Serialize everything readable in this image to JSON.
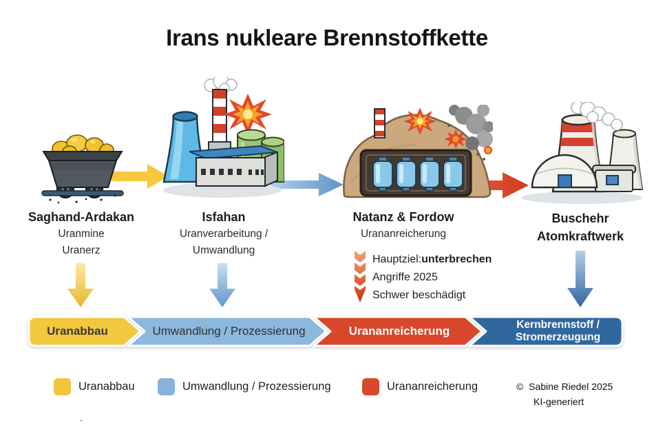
{
  "title": "Irans nukleare Brennstoffkette",
  "stations": [
    {
      "name": "Saghand-Ardakan",
      "sub1": "Uranmine",
      "sub2": "Uranerz"
    },
    {
      "name": "Isfahan",
      "sub1": "Uranverarbeitung /",
      "sub2": "Umwandlung"
    },
    {
      "name": "Natanz & Fordow",
      "sub1": "Urananreicherung"
    },
    {
      "name": "Buschehr",
      "sub1": "Atomkraftwerk"
    }
  ],
  "natanz_notes": {
    "items": [
      {
        "prefix": "Hauptziel: ",
        "bold": "unterbrechen"
      },
      {
        "text": "Angriffe 2025"
      },
      {
        "text": "Schwer beschädigt"
      }
    ]
  },
  "banner": {
    "segments": [
      {
        "label": "Uranabbau",
        "color": "#F2C83C",
        "text_color": "#3A3A3A"
      },
      {
        "label": "Umwandlung / Prozessierung",
        "color": "#8CB8DE",
        "text_color": "#2F2F2F"
      },
      {
        "label": "Urananreicherung",
        "color": "#D8472B",
        "text_color": "#FFFFFF"
      },
      {
        "label_line1": "Kernbrennstoff /",
        "label_line2": "Stromerzeugung",
        "color": "#31679F",
        "text_color": "#FFFFFF"
      }
    ]
  },
  "legend": {
    "items": [
      {
        "label": "Uranabbau",
        "color": "#F0C63E"
      },
      {
        "label": "Umwandlung / Prozessierung",
        "color": "#85B3DC"
      },
      {
        "label": "Urananreicherung",
        "color": "#D8482C"
      }
    ]
  },
  "credit": {
    "symbol": "©",
    "line1": "Sabine Riedel 2025",
    "line2": "KI-generiert"
  },
  "footnote_dot": ".",
  "colors": {
    "flow_yellow": "#F2C83C",
    "flow_blue": "#7FB0DC",
    "flow_red": "#D8472B",
    "flow_dark_blue": "#31679F"
  },
  "icons": [
    "mine-cart-icon",
    "conversion-plant-icon",
    "enrichment-site-icon",
    "nuclear-power-plant-icon",
    "attack-down-arrow-icon"
  ]
}
